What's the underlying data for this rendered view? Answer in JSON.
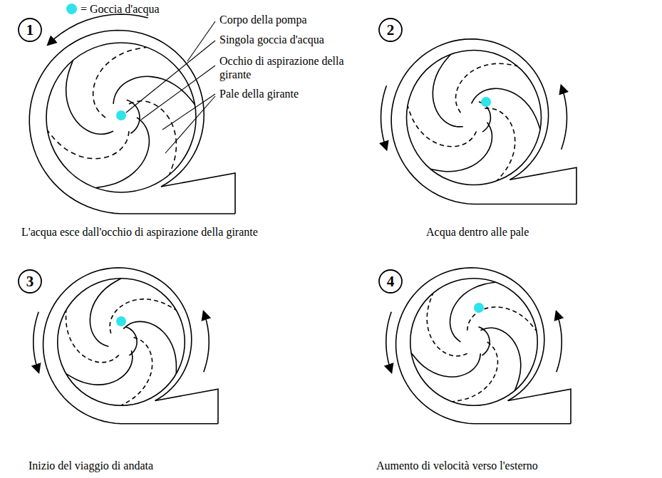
{
  "diagram": {
    "labels": [
      "1",
      "Corpo della pompa",
      "Singola goccia d'acqua",
      "Occhio di aspirazione della girante",
      "Pale della girante",
      "L'acqua esce dall'occhio di aspirazione della girante",
      "2",
      "Acqua dentro alle pale",
      "3",
      "Inizio del viaggio di andata",
      "4",
      "Aumento di velocità verso l'esterno"
    ],
    "legend": [
      {
        "text": "= Goccia d'acqua",
        "color": "#2ee3ea"
      }
    ]
  }
}
